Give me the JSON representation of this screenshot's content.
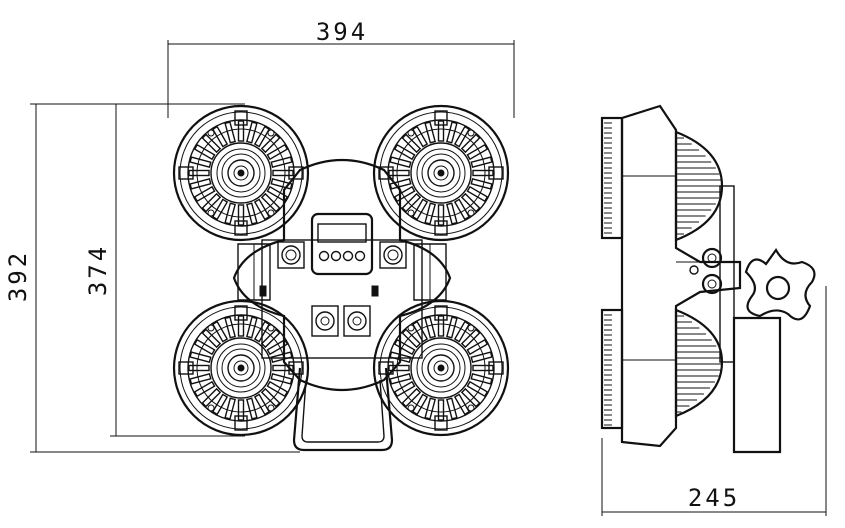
{
  "dimensions": {
    "front_width": "394",
    "front_height_overall": "392",
    "front_height_body": "374",
    "side_depth": "245"
  }
}
